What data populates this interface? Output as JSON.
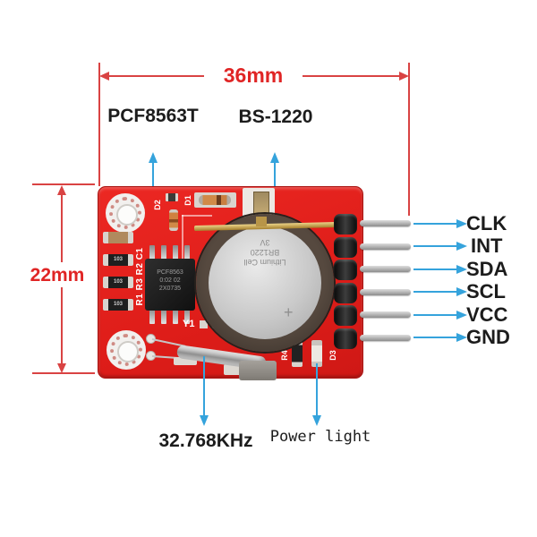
{
  "dimensions": {
    "width_label": "36mm",
    "height_label": "22mm"
  },
  "callouts": {
    "chip": "PCF8563T",
    "battery": "BS-1220",
    "crystal": "32.768KHz",
    "power_light": "Power light"
  },
  "pins": [
    {
      "label": "CLK"
    },
    {
      "label": "INT"
    },
    {
      "label": "SDA"
    },
    {
      "label": "SCL"
    },
    {
      "label": "VCC"
    },
    {
      "label": "GND"
    }
  ],
  "board": {
    "silkscreen": {
      "d2": "D2",
      "d1": "D1",
      "left_column": "R1 R3 R2 C1",
      "resistor_code": "103",
      "y1": "Y1",
      "r4": "R4",
      "d3": "D3"
    },
    "chip_text": [
      "PCF8563",
      "0:02 02",
      "2X0735"
    ],
    "battery_text": [
      "Lithium Cell",
      "BR1220",
      "3V"
    ],
    "battery_polarity": "+"
  },
  "colors": {
    "pcb_red": "#e2201c",
    "dimension_red": "#d94343",
    "annotation_blue": "#35a3dc",
    "label_black": "#1c1c1c"
  }
}
